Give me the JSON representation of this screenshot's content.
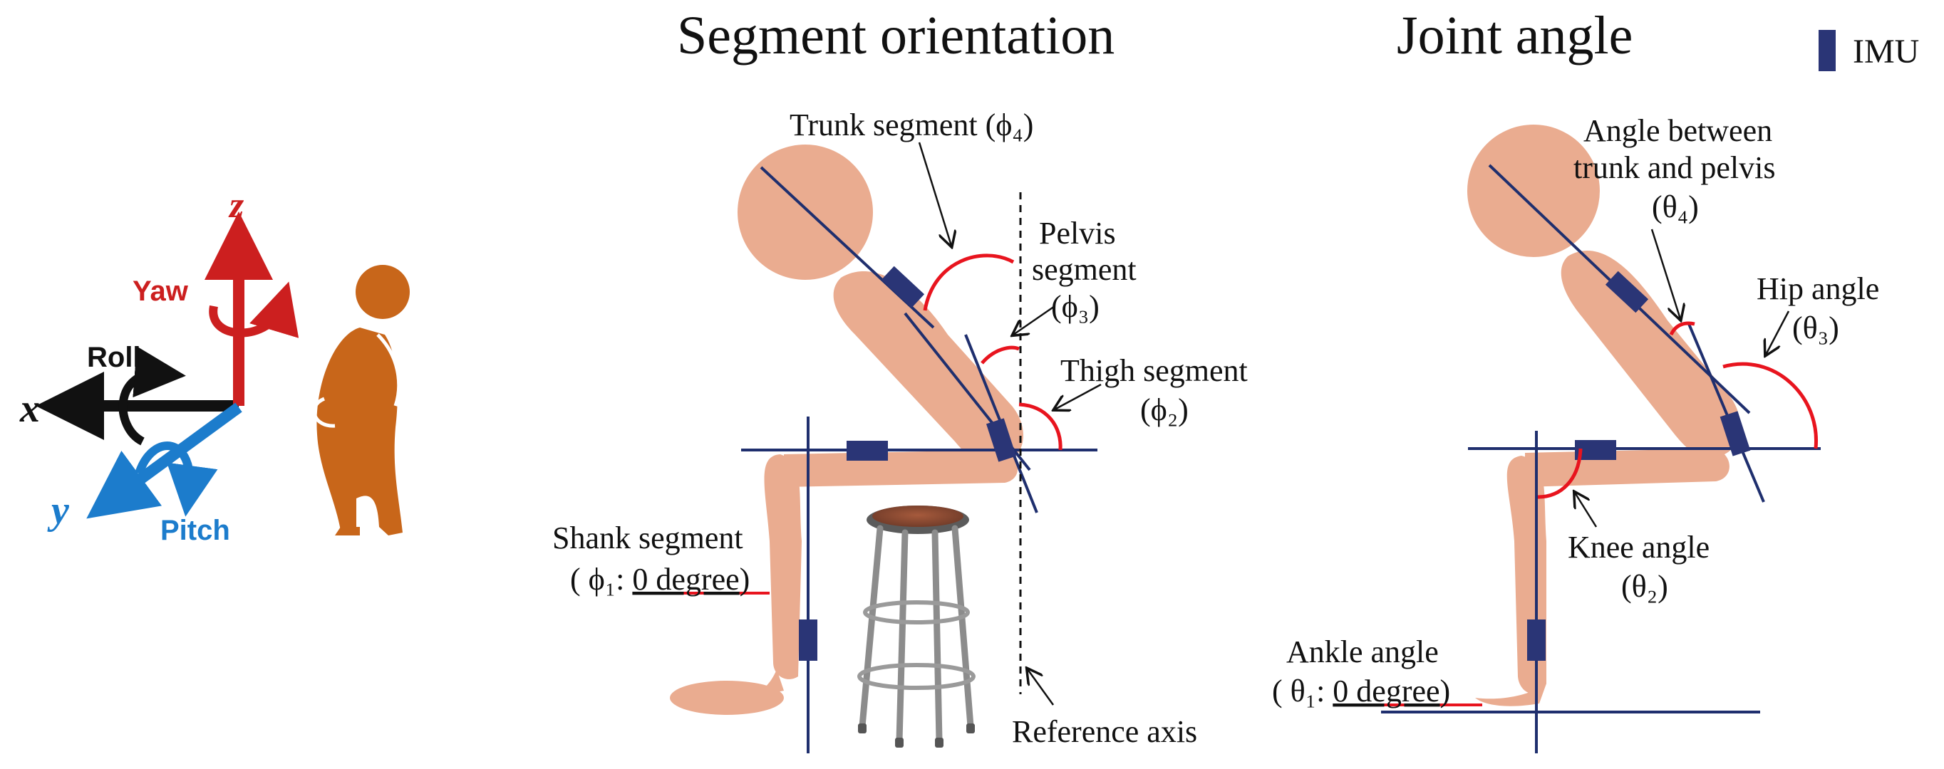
{
  "titles": {
    "segment_orientation": "Segment orientation",
    "joint_angle": "Joint angle"
  },
  "legend": {
    "imu_label": "IMU"
  },
  "axes": {
    "z": "z",
    "x": "x",
    "y": "y",
    "yaw": "Yaw",
    "roll": "Roll",
    "pitch": "Pitch"
  },
  "segment_labels": {
    "trunk": "Trunk segment (ϕ₄)",
    "pelvis_1": "Pelvis",
    "pelvis_2": "segment",
    "pelvis_3": "(ϕ₃)",
    "thigh_1": "Thigh segment",
    "thigh_2": "(ϕ₂)",
    "shank_1": "Shank segment",
    "shank_2_prefix": "( ϕ₁: ",
    "shank_2_underlined": "0 degree",
    "shank_2_suffix": ")",
    "reference_axis": "Reference axis"
  },
  "joint_labels": {
    "trunk_pelvis_1": "Angle between",
    "trunk_pelvis_2": "trunk and pelvis",
    "trunk_pelvis_3": "(θ₄)",
    "hip_1": "Hip angle",
    "hip_2": "(θ₃)",
    "knee_1": "Knee angle",
    "knee_2": "(θ₂)",
    "ankle_1": "Ankle angle",
    "ankle_2_prefix": "( θ₁: ",
    "ankle_2_underlined": "0 degree",
    "ankle_2_suffix": ")"
  },
  "colors": {
    "body": "#eaac90",
    "body_light": "#f0b29a",
    "imu": "#2a3576",
    "line": "#1f2f6e",
    "angle_arc": "#e8141e",
    "z_axis": "#cc1f1f",
    "y_axis": "#1c7ccc",
    "x_axis": "#111111",
    "person": "#c8661a",
    "stool_seat": "#8a4a34",
    "stool_metal": "#8c8c8c"
  }
}
